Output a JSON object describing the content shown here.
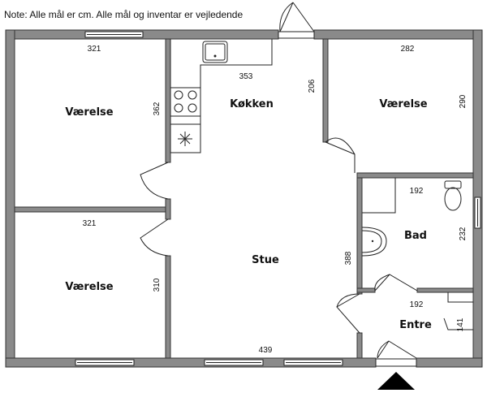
{
  "note": "Note: Alle mål er cm. Alle mål og inventar er vejledende",
  "rooms": {
    "bedroom_top_left": {
      "label": "Værelse",
      "width": "321",
      "height": "362"
    },
    "kitchen": {
      "label": "Køkken",
      "width": "353",
      "height": "206"
    },
    "bedroom_top_right": {
      "label": "Værelse",
      "width": "282",
      "height": "290"
    },
    "bathroom": {
      "label": "Bad",
      "width": "192",
      "height": "232"
    },
    "bedroom_bottom_left": {
      "label": "Værelse",
      "width": "321",
      "height": "310"
    },
    "living_room": {
      "label": "Stue",
      "width": "439",
      "height": "388"
    },
    "entrance": {
      "label": "Entre",
      "width": "192",
      "height": "141"
    }
  },
  "colors": {
    "wall": "#8a8a8a",
    "outline": "#222222"
  },
  "icons": [
    "entrance-arrow-icon",
    "sink-icon",
    "stove-icon",
    "fridge-icon",
    "toilet-icon",
    "washbasin-icon"
  ]
}
